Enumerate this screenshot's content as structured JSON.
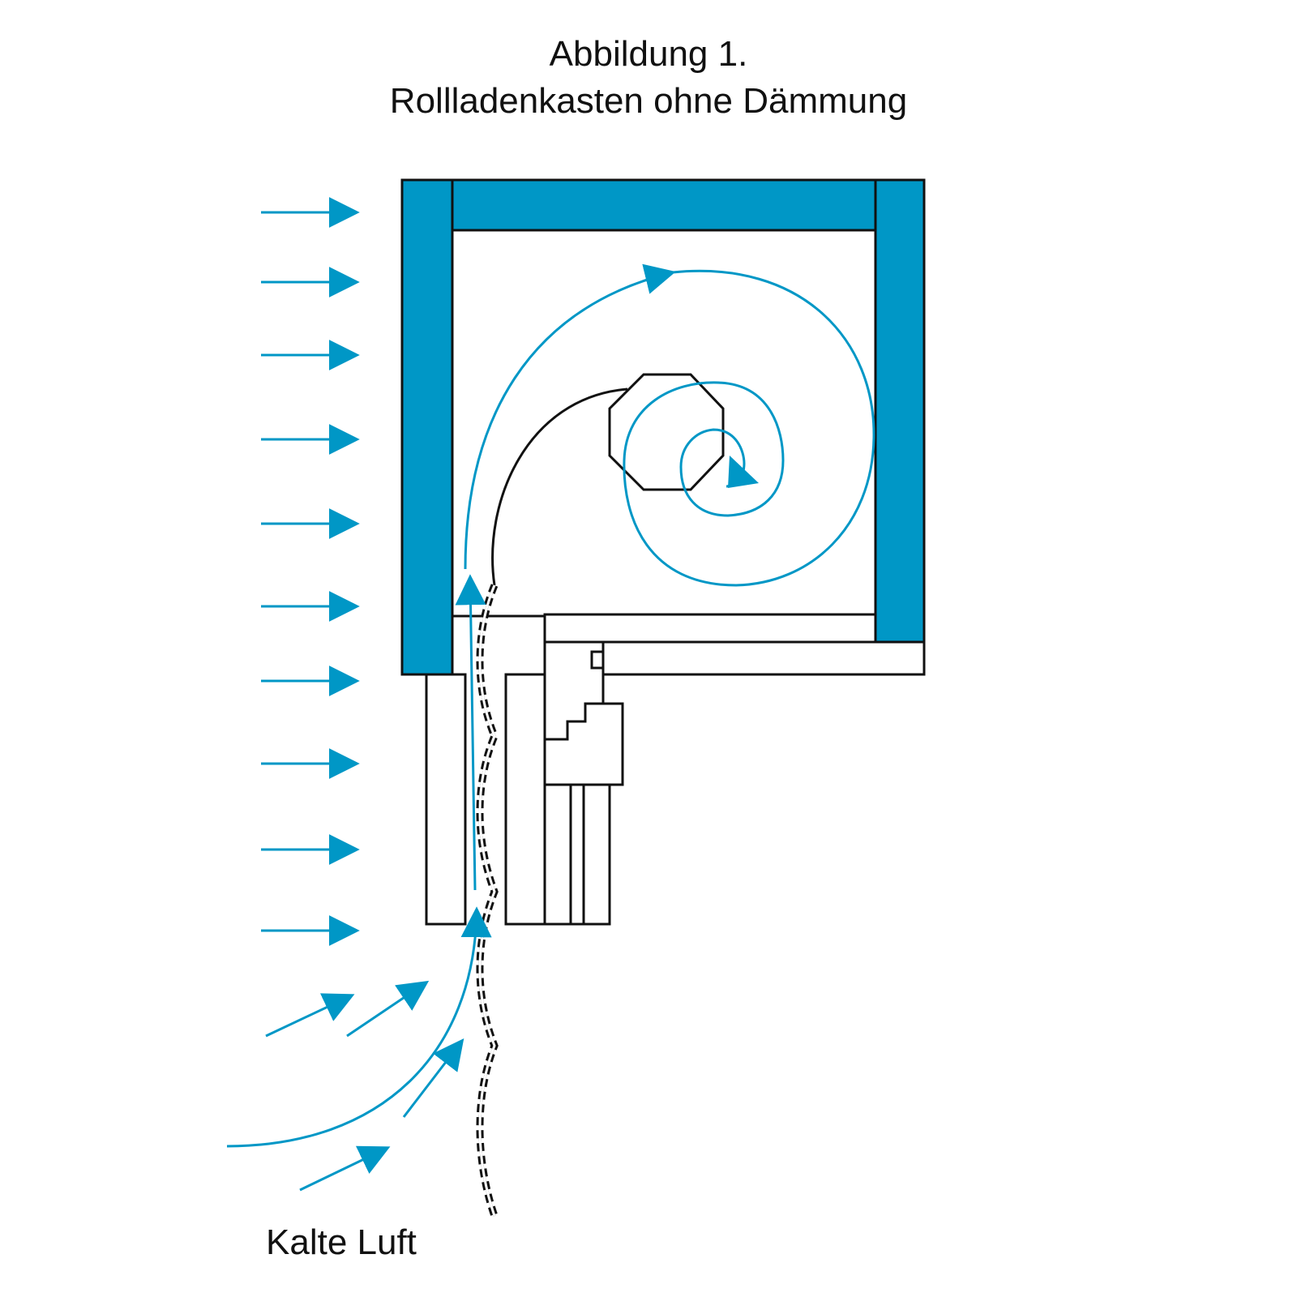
{
  "figure": {
    "title_line1": "Abbildung 1.",
    "title_line2": "Rollladenkasten ohne Dämmung",
    "caption": "Kalte Luft"
  },
  "colors": {
    "accent": "#0097c6",
    "stroke": "#111111",
    "background": "#ffffff"
  },
  "elements": {
    "horizontal_air_arrows": 10,
    "diagonal_air_arrows": 4
  }
}
